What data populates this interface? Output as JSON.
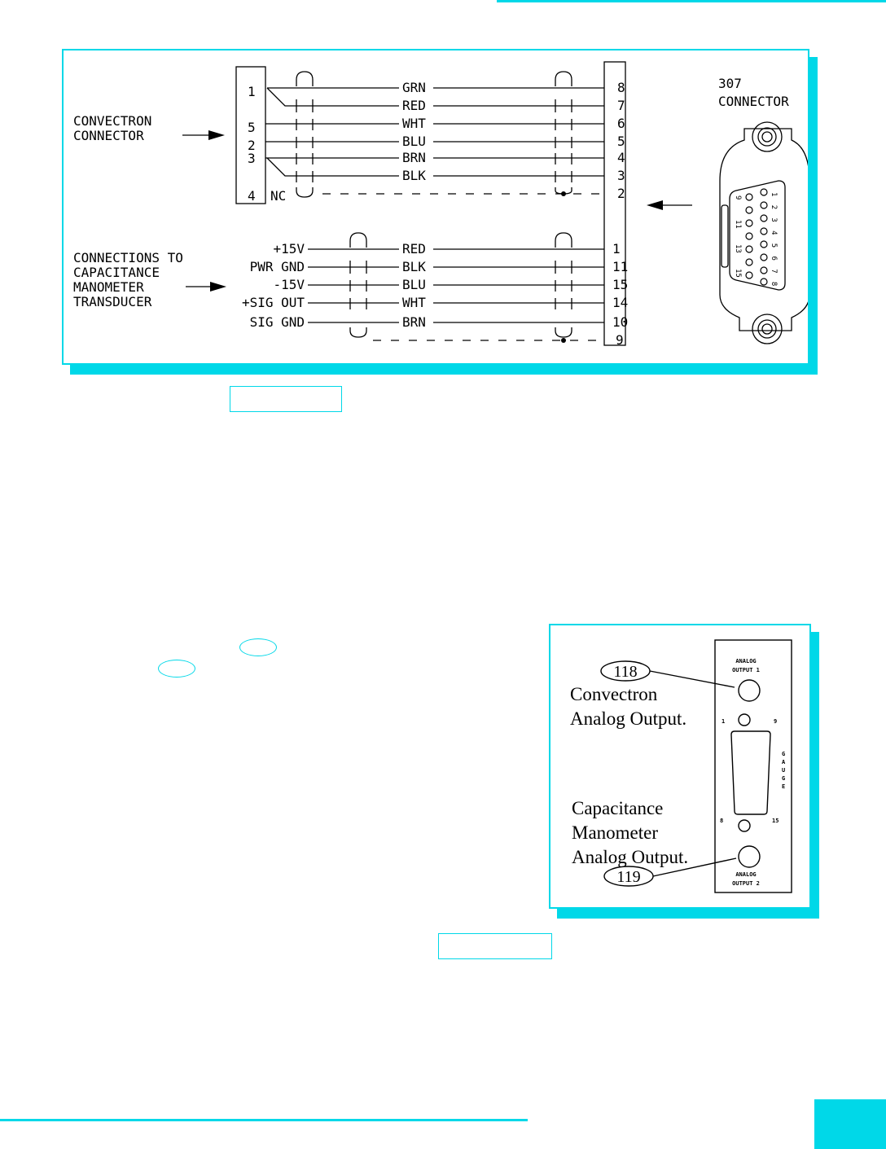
{
  "colors": {
    "accent": "#00d8e8",
    "ink": "#000000"
  },
  "wiring": {
    "convectron_label": [
      "CONVECTRON",
      "CONNECTOR"
    ],
    "capman_label": [
      "CONNECTIONS TO",
      "CAPACITANCE",
      "MANOMETER",
      "TRANSDUCER"
    ],
    "connector_307_label": [
      "307",
      "CONNECTOR"
    ],
    "nc_label": "NC",
    "convectron_pins": [
      "1",
      "5",
      "2",
      "3",
      "4"
    ],
    "convectron_wires": [
      {
        "color": "GRN",
        "pin": "8"
      },
      {
        "color": "RED",
        "pin": "7"
      },
      {
        "color": "WHT",
        "pin": "6"
      },
      {
        "color": "BLU",
        "pin": "5"
      },
      {
        "color": "BRN",
        "pin": "4"
      },
      {
        "color": "BLK",
        "pin": "3"
      }
    ],
    "shield_pin_top": "2",
    "capman_wires": [
      {
        "signal": "+15V",
        "color": "RED",
        "pin": "1"
      },
      {
        "signal": "PWR GND",
        "color": "BLK",
        "pin": "11"
      },
      {
        "signal": "-15V",
        "color": "BLU",
        "pin": "15"
      },
      {
        "signal": "+SIG OUT",
        "color": "WHT",
        "pin": "14"
      },
      {
        "signal": "SIG GND",
        "color": "BRN",
        "pin": "10"
      }
    ],
    "shield_pin_bottom": "9",
    "dsub_pins_right": [
      "1",
      "2",
      "3",
      "4",
      "5",
      "6",
      "7",
      "8"
    ],
    "dsub_pins_left": [
      "9",
      "11",
      "13",
      "15"
    ]
  },
  "panel": {
    "callout_top": "118",
    "callout_bottom": "119",
    "label_top": [
      "Convectron",
      "Analog Output."
    ],
    "label_bottom": [
      "Capacitance",
      "Manometer",
      "Analog Output."
    ],
    "output1": [
      "ANALOG",
      "OUTPUT 1"
    ],
    "output2": [
      "ANALOG",
      "OUTPUT 2"
    ],
    "gauge": [
      "G",
      "A",
      "U",
      "G",
      "E"
    ],
    "pin_labels": {
      "tl": "1",
      "tr": "9",
      "bl": "8",
      "br": "15"
    }
  }
}
